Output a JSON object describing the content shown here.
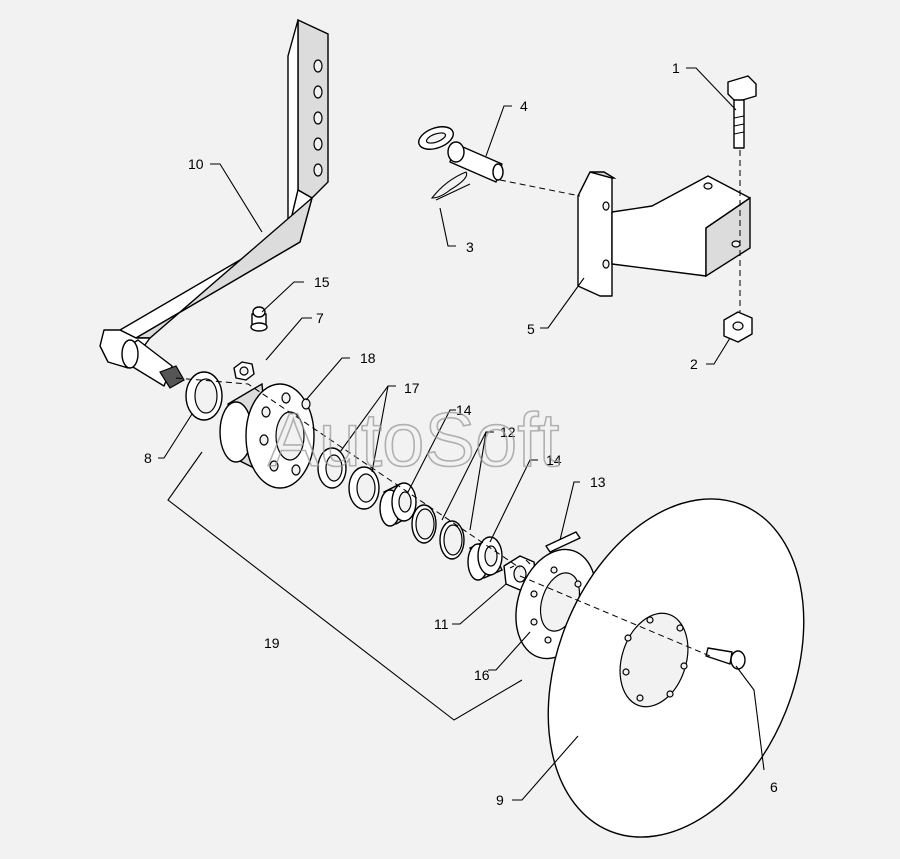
{
  "watermark": "AutoSoft",
  "callouts": {
    "c1": "1",
    "c2": "2",
    "c3": "3",
    "c4": "4",
    "c5": "5",
    "c6": "6",
    "c7": "7",
    "c8": "8",
    "c9": "9",
    "c10": "10",
    "c11": "11",
    "c12": "12",
    "c13": "13",
    "c14a": "14",
    "c14b": "14",
    "c15": "15",
    "c16": "16",
    "c17": "17",
    "c18": "18",
    "c19": "19"
  }
}
